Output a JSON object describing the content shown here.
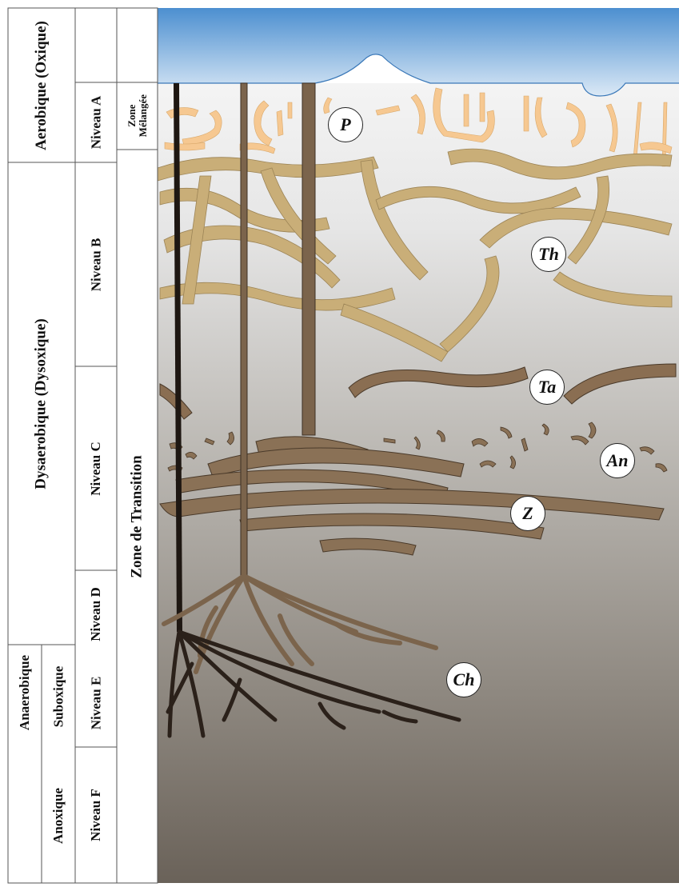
{
  "columns": {
    "oxygenation": {
      "aerobic": "Aerobique (Oxique)",
      "dysaerobic": "Dysaerobique (Dysoxique)",
      "anaerobic": "Anaerobique"
    },
    "sub_oxygenation": {
      "suboxic": "Suboxique",
      "anoxic": "Anoxique"
    },
    "levels": [
      "Niveau A",
      "Niveau B",
      "Niveau C",
      "Niveau D",
      "Niveau E",
      "Niveau F"
    ],
    "zones": {
      "mixed_line1": "Zone",
      "mixed_line2": "Mélangée",
      "transition": "Zone de Transition"
    }
  },
  "ichnofossils": {
    "p": "P",
    "th": "Th",
    "ta": "Ta",
    "an": "An",
    "z": "Z",
    "ch": "Ch"
  },
  "colors": {
    "water_top": "#4c8fd0",
    "water_bottom": "#d9e9f6",
    "sediment_top": "#f2f2f2",
    "sediment_bottom": "#6e665d",
    "light_burrow": "#f6c891",
    "thalassinoides": "#c9ae78",
    "burrow_dark": "#7b644c",
    "burrow_edge": "#3e3125",
    "chondrites": "#2b211a"
  }
}
